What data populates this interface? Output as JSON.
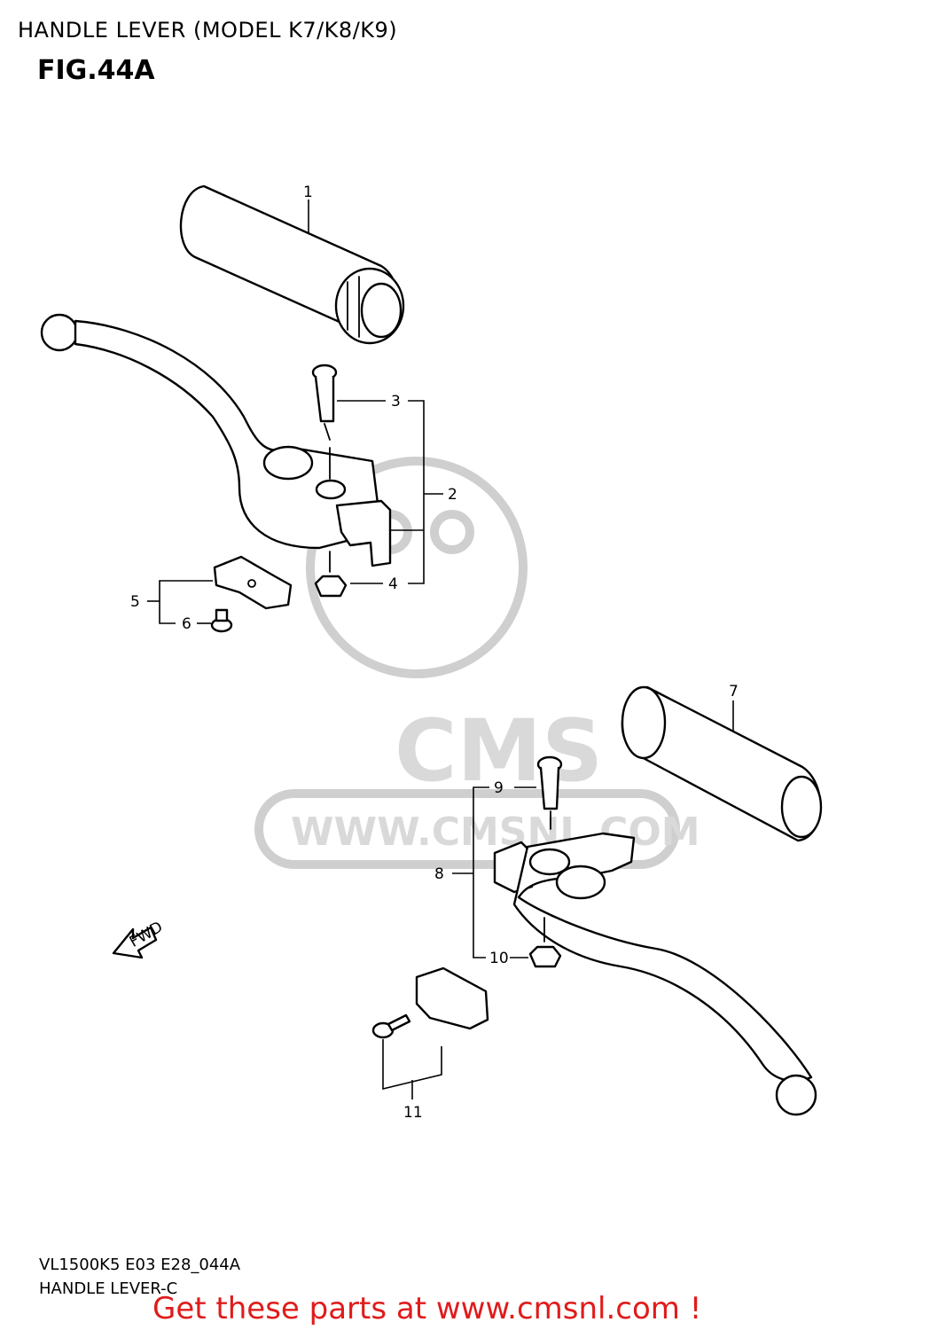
{
  "header": {
    "title": "HANDLE LEVER (MODEL K7/K8/K9)",
    "figure": "FIG.44A"
  },
  "footer": {
    "code": "VL1500K5 E03 E28_044A",
    "subtitle": "HANDLE LEVER-C",
    "promo": "Get these parts at www.cmsnl.com !",
    "promo_color": "#e01b1b"
  },
  "watermark": {
    "brand": "CMS",
    "url": "WWW.CMSNL.COM"
  },
  "fwd_label": "FWD",
  "callouts": [
    "1",
    "2",
    "3",
    "4",
    "5",
    "6",
    "7",
    "8",
    "9",
    "10",
    "11"
  ]
}
